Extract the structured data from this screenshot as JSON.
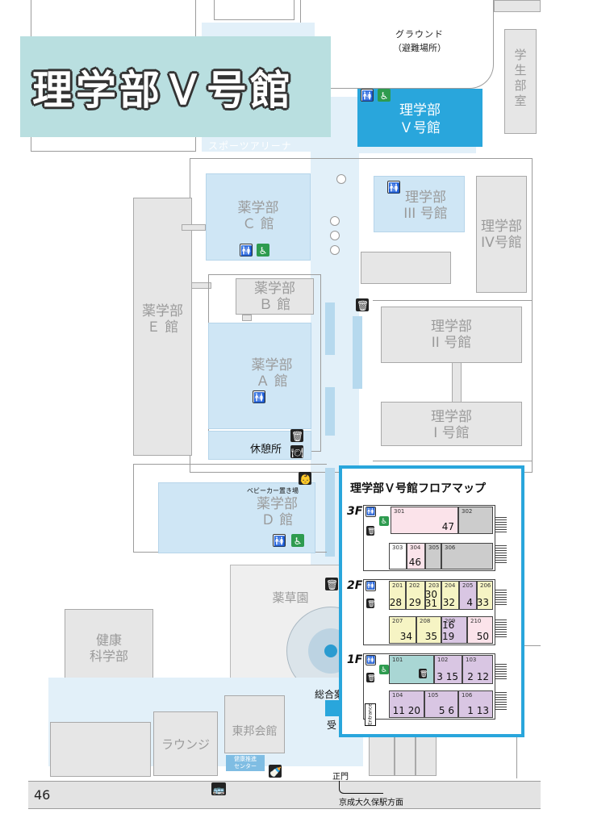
{
  "title": "理学部Ｖ号館",
  "buildings": {
    "target": "理学部\nＶ号館",
    "sci3": "理学部\nIII 号館",
    "sci4": "理学部\nIV号館",
    "sci2": "理学部\nII 号館",
    "sci1": "理学部\nI 号館",
    "pharm_c": "薬学部\nＣ 館",
    "pharm_b": "薬学部\nＢ 館",
    "pharm_a": "薬学部\nＡ 館",
    "pharm_e": "薬学部\nＥ 館",
    "pharm_d": "薬学部\nＤ 館",
    "student_room": "学\n生\n部\n室",
    "health": "健康\n科学部",
    "herb_garden": "薬草園",
    "toho_hall": "東邦会館",
    "lounge": "ラウンジ",
    "health_center": "健康推進\nセンター"
  },
  "labels": {
    "ground": "グラウンド",
    "evacuation": "（避難場所）",
    "sports_arena": "スポーツアリーナ",
    "rest_area": "休憩所",
    "stroller": "ベビーカー置き場",
    "general": "総合案",
    "reception": "受",
    "main_gate": "正門",
    "station": "京成大久保駅方面",
    "page_number": "46"
  },
  "floormap": {
    "title": "理学部Ｖ号館フロアマップ",
    "entrance": "Entrance",
    "floors": [
      {
        "name": "3F",
        "rooms": [
          {
            "num": "301",
            "value": "47"
          },
          {
            "num": "302",
            "value": ""
          },
          {
            "num": "303",
            "value": ""
          },
          {
            "num": "304",
            "value": "46"
          },
          {
            "num": "305",
            "value": ""
          },
          {
            "num": "306",
            "value": ""
          }
        ]
      },
      {
        "name": "2F",
        "rooms": [
          {
            "num": "201",
            "value": "28"
          },
          {
            "num": "202",
            "value": "29"
          },
          {
            "num": "203",
            "value": "30\n31"
          },
          {
            "num": "204",
            "value": "32"
          },
          {
            "num": "205",
            "value": "4"
          },
          {
            "num": "206",
            "value": "33"
          },
          {
            "num": "207",
            "value": "34"
          },
          {
            "num": "208",
            "value": "35"
          },
          {
            "num": "209",
            "value": "16 19"
          },
          {
            "num": "210",
            "value": "50"
          }
        ]
      },
      {
        "name": "1F",
        "rooms": [
          {
            "num": "101",
            "value": ""
          },
          {
            "num": "102",
            "value": "3 15"
          },
          {
            "num": "103",
            "value": "2 12"
          },
          {
            "num": "104",
            "value": "11 20"
          },
          {
            "num": "105",
            "value": "5 6"
          },
          {
            "num": "106",
            "value": "1 13"
          }
        ]
      }
    ]
  },
  "colors": {
    "highlight_building": "#29a6dc",
    "floormap_border": "#29a6dc",
    "title_banner": "#b9dfe0",
    "room_pink": "#fbe3ea",
    "room_yellow": "#f6f4c4",
    "room_purple": "#d9c6e3",
    "room_teal": "#a9d6d4",
    "room_gray": "#cccccc"
  },
  "icons": {
    "restroom": "restroom-icon",
    "wheelchair": "wheelchair-icon",
    "trash": "trash-icon",
    "food": "food-icon",
    "stroller": "stroller-icon",
    "bus": "bus-icon",
    "bottle": "bottle-icon"
  }
}
